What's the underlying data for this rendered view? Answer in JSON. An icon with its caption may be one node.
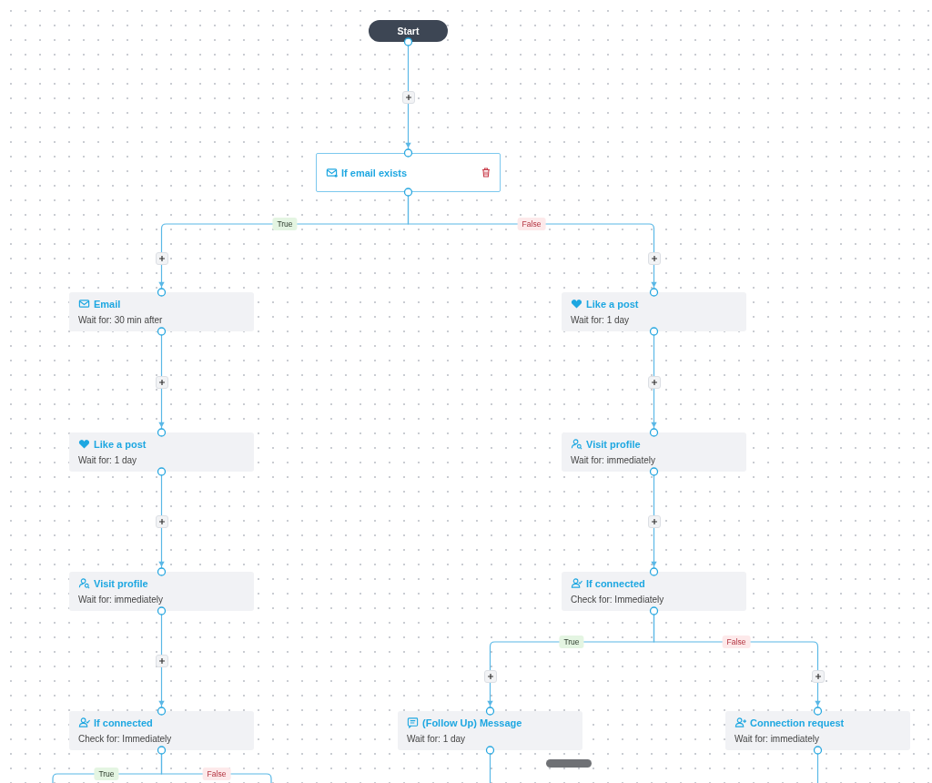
{
  "diagram": {
    "nodes": [
      {
        "text": [
          "Start"
        ]
      },
      {
        "text": [
          "If email exists"
        ]
      },
      {
        "text": [
          "Email",
          "Wait for: 30 min after"
        ]
      },
      {
        "text": [
          "Like a post",
          "Wait for: 1 day"
        ]
      },
      {
        "text": [
          "Visit profile",
          "Wait for: immediately"
        ]
      },
      {
        "text": [
          "If connected",
          "Check for: Immediately"
        ]
      },
      {
        "text": [
          "Like a post",
          "Wait for: 1 day"
        ]
      },
      {
        "text": [
          "Visit profile",
          "Wait for: immediately"
        ]
      },
      {
        "text": [
          "If connected",
          "Check for: Immediately"
        ]
      },
      {
        "text": [
          "(Follow Up) Message",
          "Wait for: 1 day"
        ]
      },
      {
        "text": [
          "Connection request",
          "Wait for: immediately"
        ]
      }
    ],
    "edges": [
      {
        "from": 0,
        "to": 1,
        "arrow": "to"
      },
      {
        "from": 1,
        "to": 2,
        "arrow": "to",
        "label": "True"
      },
      {
        "from": 1,
        "to": 6,
        "arrow": "to",
        "label": "False"
      },
      {
        "from": 2,
        "to": 3,
        "arrow": "to"
      },
      {
        "from": 3,
        "to": 4,
        "arrow": "to"
      },
      {
        "from": 4,
        "to": 5,
        "arrow": "to"
      },
      {
        "from": 6,
        "to": 7,
        "arrow": "to"
      },
      {
        "from": 7,
        "to": 8,
        "arrow": "to"
      },
      {
        "from": 8,
        "to": 9,
        "arrow": "to",
        "label": "True"
      },
      {
        "from": 8,
        "to": 10,
        "arrow": "to",
        "label": "False"
      },
      {
        "from": 5,
        "to": null,
        "arrow": "none",
        "label": "True"
      },
      {
        "from": 5,
        "to": null,
        "arrow": "none",
        "label": "False"
      },
      {
        "from": 9,
        "to": null,
        "arrow": "none"
      },
      {
        "from": 10,
        "to": null,
        "arrow": "none"
      }
    ]
  }
}
